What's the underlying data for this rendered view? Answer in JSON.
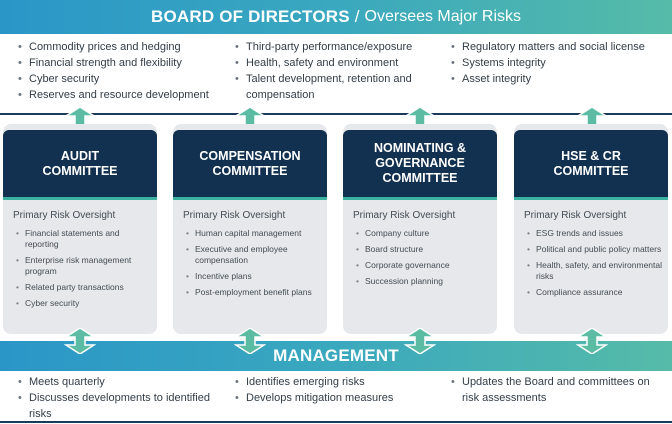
{
  "board": {
    "title": "BOARD OF DIRECTORS",
    "separator": "/",
    "subtitle": "Oversees Major Risks",
    "columns": [
      [
        "Commodity prices and hedging",
        "Financial strength and flexibility",
        "Cyber security",
        "Reserves and resource development"
      ],
      [
        "Third-party performance/exposure",
        "Health, safety and environment",
        "Talent development, retention and compensation"
      ],
      [
        "Regulatory matters and social license",
        "Systems integrity",
        "Asset integrity"
      ]
    ]
  },
  "committees": [
    {
      "title": "AUDIT\nCOMMITTEE",
      "subtitle": "Primary Risk Oversight",
      "items": [
        "Financial statements and reporting",
        "Enterprise risk management program",
        "Related party transactions",
        "Cyber security"
      ]
    },
    {
      "title": "COMPENSATION\nCOMMITTEE",
      "subtitle": "Primary Risk Oversight",
      "items": [
        "Human capital management",
        "Executive and employee compensation",
        "Incentive plans",
        "Post-employment benefit plans"
      ]
    },
    {
      "title": "NOMINATING &\nGOVERNANCE\nCOMMITTEE",
      "subtitle": "Primary Risk Oversight",
      "items": [
        "Company culture",
        "Board structure",
        "Corporate governance",
        "Succession planning"
      ]
    },
    {
      "title": "HSE & CR\nCOMMITTEE",
      "subtitle": "Primary Risk Oversight",
      "items": [
        "ESG trends and issues",
        "Political and public policy matters",
        "Health, safety, and environmental risks",
        "Compliance assurance"
      ]
    }
  ],
  "management": {
    "title": "MANAGEMENT",
    "columns": [
      [
        "Meets quarterly",
        "Discusses developments to identified risks"
      ],
      [
        "Identifies emerging risks",
        "Develops mitigation measures"
      ],
      [
        "Updates the Board and committees on risk assessments"
      ]
    ]
  },
  "colors": {
    "banner_start": "#2a96c8",
    "banner_end": "#56bba8",
    "committee_header": "#12304f",
    "accent": "#3bb1a0",
    "card_bg": "#e6e8eb",
    "arrow": "#5cbba3"
  }
}
